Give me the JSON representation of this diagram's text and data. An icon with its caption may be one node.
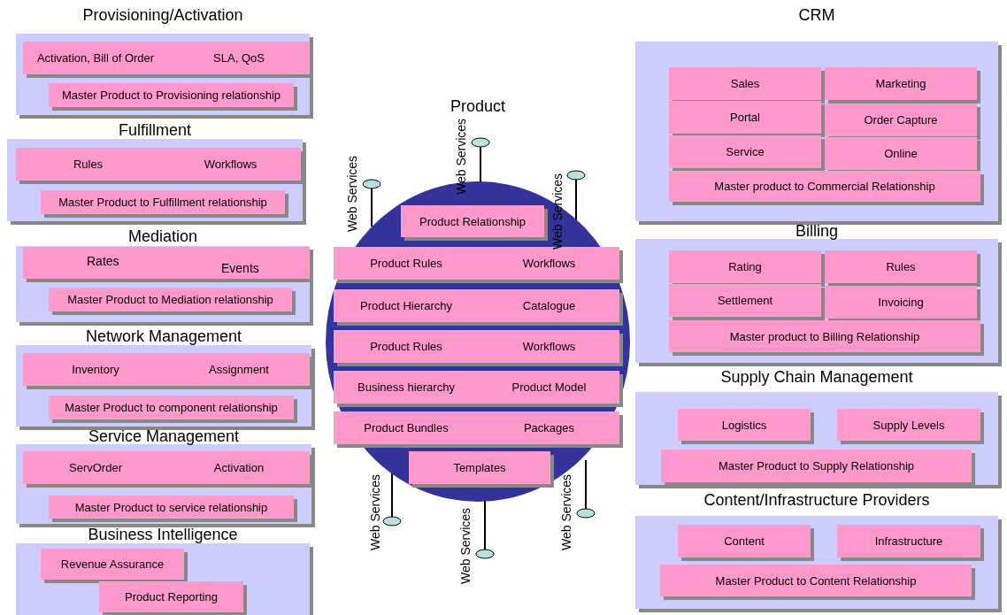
{
  "diagram": {
    "nodes": [
      {
        "text": [
          "Provisioning/Activation"
        ]
      },
      {
        "text": [
          "Activation, Bill of Order"
        ],
        "in": 0
      },
      {
        "text": [
          "SLA, QoS"
        ],
        "in": 0
      },
      {
        "text": [
          "Master Product to Provisioning relationship"
        ],
        "in": 0
      },
      {
        "text": [
          "Fulfillment"
        ]
      },
      {
        "text": [
          "Rules"
        ],
        "in": 4
      },
      {
        "text": [
          "Workflows"
        ],
        "in": 4
      },
      {
        "text": [
          "Master Product to Fulfillment relationship"
        ],
        "in": 4
      },
      {
        "text": [
          "Mediation"
        ]
      },
      {
        "text": [
          "Rates",
          "Events"
        ],
        "in": 8
      },
      {
        "text": [
          "Master Product to Mediation relationship"
        ],
        "in": 8
      },
      {
        "text": [
          "Network Management"
        ]
      },
      {
        "text": [
          "Inventory"
        ],
        "in": 11
      },
      {
        "text": [
          "Assignment"
        ],
        "in": 11
      },
      {
        "text": [
          "Master Product to component relationship"
        ],
        "in": 11
      },
      {
        "text": [
          "Service Management"
        ]
      },
      {
        "text": [
          "ServOrder"
        ],
        "in": 15
      },
      {
        "text": [
          "Activation"
        ],
        "in": 15
      },
      {
        "text": [
          "Master Product to service relationship"
        ],
        "in": 15
      },
      {
        "text": [
          "Business Intelligence"
        ]
      },
      {
        "text": [
          "Revenue Assurance"
        ],
        "in": 19
      },
      {
        "text": [
          "Product Reporting"
        ],
        "in": 19
      },
      {
        "text": [
          "Product"
        ]
      },
      {
        "text": [
          "Product Relationship"
        ],
        "in": 22
      },
      {
        "text": [
          "Product Rules"
        ],
        "in": 22
      },
      {
        "text": [
          "Workflows"
        ],
        "in": 22
      },
      {
        "text": [
          "Product Hierarchy"
        ],
        "in": 22
      },
      {
        "text": [
          "Catalogue"
        ],
        "in": 22
      },
      {
        "text": [
          "Product Rules"
        ],
        "in": 22
      },
      {
        "text": [
          "Workflows"
        ],
        "in": 22
      },
      {
        "text": [
          "Business hierarchy"
        ],
        "in": 22
      },
      {
        "text": [
          "Product Model"
        ],
        "in": 22
      },
      {
        "text": [
          "Product Bundles"
        ],
        "in": 22
      },
      {
        "text": [
          "Packages"
        ],
        "in": 22
      },
      {
        "text": [
          "Templates"
        ],
        "in": 22
      },
      {
        "text": [
          "CRM"
        ]
      },
      {
        "text": [
          "Sales"
        ],
        "in": 35
      },
      {
        "text": [
          "Marketing"
        ],
        "in": 35
      },
      {
        "text": [
          "Portal"
        ],
        "in": 35
      },
      {
        "text": [
          "Order Capture"
        ],
        "in": 35
      },
      {
        "text": [
          "Service"
        ],
        "in": 35
      },
      {
        "text": [
          "Online"
        ],
        "in": 35
      },
      {
        "text": [
          "Master product to Commercial Relationship"
        ],
        "in": 35
      },
      {
        "text": [
          "Billing"
        ]
      },
      {
        "text": [
          "Rating"
        ],
        "in": 43
      },
      {
        "text": [
          "Rules"
        ],
        "in": 43
      },
      {
        "text": [
          "Settlement"
        ],
        "in": 43
      },
      {
        "text": [
          "Invoicing"
        ],
        "in": 43
      },
      {
        "text": [
          "Master product to Billing Relationship"
        ],
        "in": 43
      },
      {
        "text": [
          "Supply Chain Management"
        ]
      },
      {
        "text": [
          "Logistics"
        ],
        "in": 49
      },
      {
        "text": [
          "Supply Levels"
        ],
        "in": 49
      },
      {
        "text": [
          "Master Product to Supply Relationship"
        ],
        "in": 49
      },
      {
        "text": [
          "Content/Infrastructure Providers"
        ]
      },
      {
        "text": [
          "Content"
        ],
        "in": 53
      },
      {
        "text": [
          "Infrastructure"
        ],
        "in": 53
      },
      {
        "text": [
          "Master Product to Content Relationship"
        ],
        "in": 53
      }
    ],
    "labels": [
      "Web Services",
      "Web Services",
      "Web Services",
      "Web Services",
      "Web Services",
      "Web Services"
    ]
  }
}
